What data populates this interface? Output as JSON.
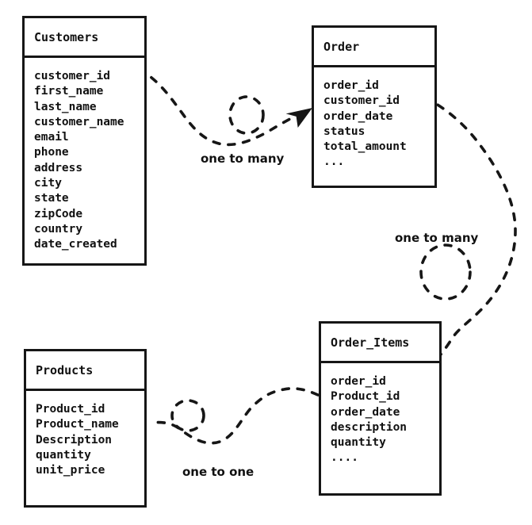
{
  "diagram": {
    "type": "entity-relationship-diagram",
    "background_color": "#ffffff",
    "ink_color": "#161616",
    "tables": [
      {
        "name": "Customers",
        "fields": [
          "customer_id",
          "first_name",
          "last_name",
          "customer_name",
          "email",
          "phone",
          "address",
          "city",
          "state",
          "zipCode",
          "country",
          "date_created"
        ]
      },
      {
        "name": "Order",
        "fields": [
          "order_id",
          "customer_id",
          "order_date",
          "status",
          "total_amount",
          "..."
        ]
      },
      {
        "name": "Order_Items",
        "fields": [
          "order_id",
          "Product_id",
          "order_date",
          "description",
          "quantity",
          "...."
        ]
      },
      {
        "name": "Products",
        "fields": [
          "Product_id",
          "Product_name",
          "Description",
          "quantity",
          "unit_price"
        ]
      }
    ],
    "relationships": [
      {
        "from": "Customers",
        "to": "Order",
        "label": "one to many"
      },
      {
        "from": "Order",
        "to": "Order_Items",
        "label": "one to many"
      },
      {
        "from": "Order_Items",
        "to": "Products",
        "label": "one to one"
      }
    ]
  }
}
